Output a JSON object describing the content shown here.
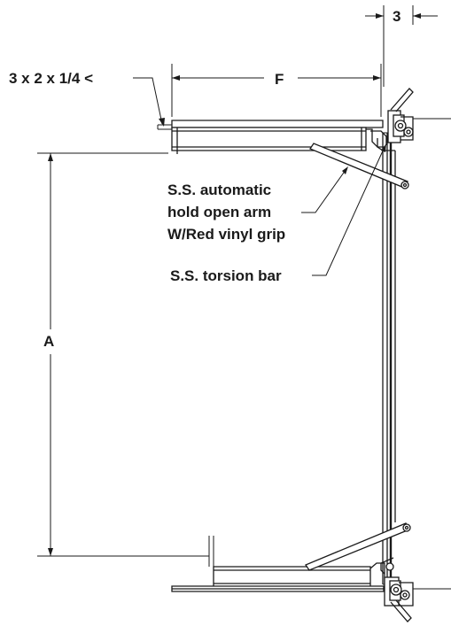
{
  "labels": {
    "dim_3": "3",
    "dim_f": "F",
    "dim_a": "A",
    "angle_size": "3 x 2 x 1/4 <",
    "arm_line1": "S.S. automatic",
    "arm_line2": "hold open arm",
    "arm_line3": "W/Red vinyl grip",
    "torsion_bar": "S.S. torsion bar"
  }
}
